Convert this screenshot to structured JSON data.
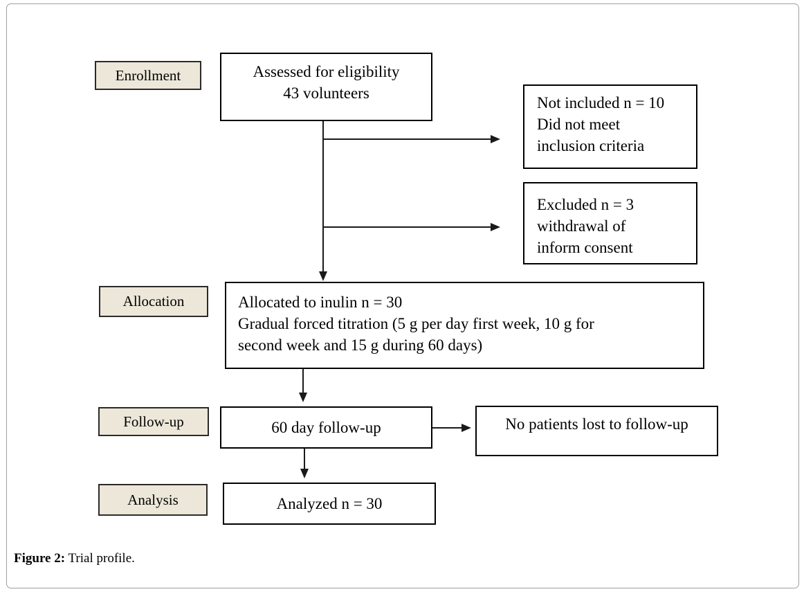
{
  "figure": {
    "caption_label": "Figure 2:",
    "caption_text": "Trial profile."
  },
  "stages": {
    "enrollment": "Enrollment",
    "allocation": "Allocation",
    "followup": "Follow-up",
    "analysis": "Analysis"
  },
  "boxes": {
    "assessed": {
      "line1": "Assessed for eligibility",
      "line2": "43 volunteers"
    },
    "not_included": {
      "line1": "Not included n = 10",
      "line2": "Did not meet",
      "line3": "inclusion criteria"
    },
    "excluded": {
      "line1": "Excluded n = 3",
      "line2": "withdrawal of",
      "line3": "inform consent"
    },
    "allocated": {
      "line1": "Allocated to inulin n = 30",
      "line2": "Gradual forced titration (5 g per day first week, 10 g for",
      "line3": "second week and 15 g during 60 days)"
    },
    "followup": {
      "line1": "60 day follow-up"
    },
    "not_lost": {
      "line1": "No patients lost to follow-up"
    },
    "analyzed": {
      "line1": "Analyzed n = 30"
    }
  },
  "colors": {
    "stage_bg": "#ece7d9",
    "box_border": "#000000",
    "line": "#1a1a1a",
    "outer_border": "#9e9e9e"
  }
}
